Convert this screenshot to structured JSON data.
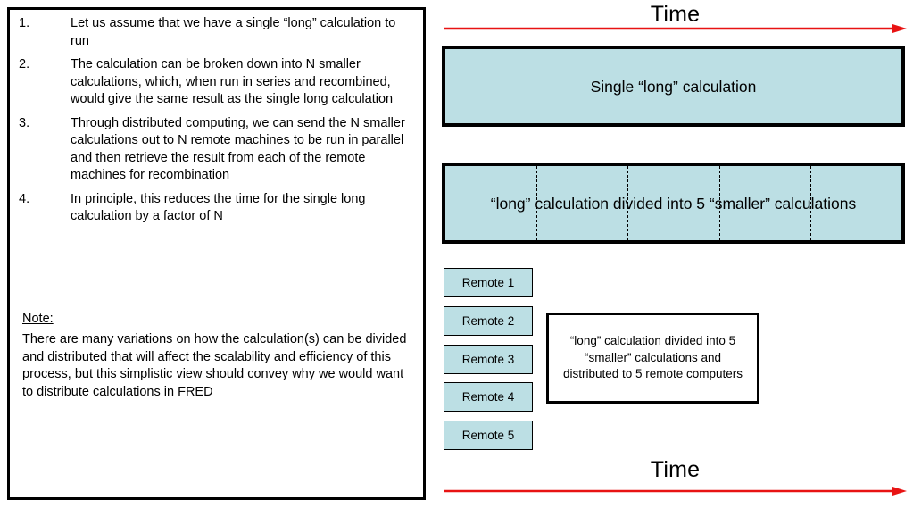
{
  "left_panel": {
    "numbered_list": [
      {
        "number": "1.",
        "text": "Let us assume that we have a single “long” calculation to run"
      },
      {
        "number": "2.",
        "text": "The calculation can be broken down into N smaller calculations, which, when run in series and recombined, would give the same result as the single long calculation"
      },
      {
        "number": "3.",
        "text": "Through distributed computing, we can send the N smaller calculations out to N remote machines to be run in parallel and then retrieve the result from each of the remote machines for recombination"
      },
      {
        "number": "4.",
        "text": "In principle, this reduces the time for the single long calculation by a factor of N"
      }
    ],
    "note_heading": "Note:",
    "note_body": "There are many variations on how the calculation(s) can be divided and distributed that will affect the scalability and efficiency of this process, but this simplistic view should convey why we would want to distribute calculations in FRED"
  },
  "diagram": {
    "time_label_top": "Time",
    "time_label_bottom": "Time",
    "arrow_color": "#e81313",
    "bar_fill_color": "#bcdfe4",
    "bar_border_color": "#000000",
    "single_calc_bar": {
      "label": "Single “long” calculation"
    },
    "divided_calc_bar": {
      "label": "“long” calculation divided into 5 “smaller” calculations",
      "segment_count": 5,
      "divider_positions_pct": [
        20,
        40,
        60,
        80
      ]
    },
    "remote_boxes": [
      {
        "label": "Remote 1"
      },
      {
        "label": "Remote 2"
      },
      {
        "label": "Remote 3"
      },
      {
        "label": "Remote 4"
      },
      {
        "label": "Remote 5"
      }
    ],
    "callout": {
      "text": "“long” calculation divided into 5 “smaller” calculations and distributed to 5 remote computers"
    }
  }
}
